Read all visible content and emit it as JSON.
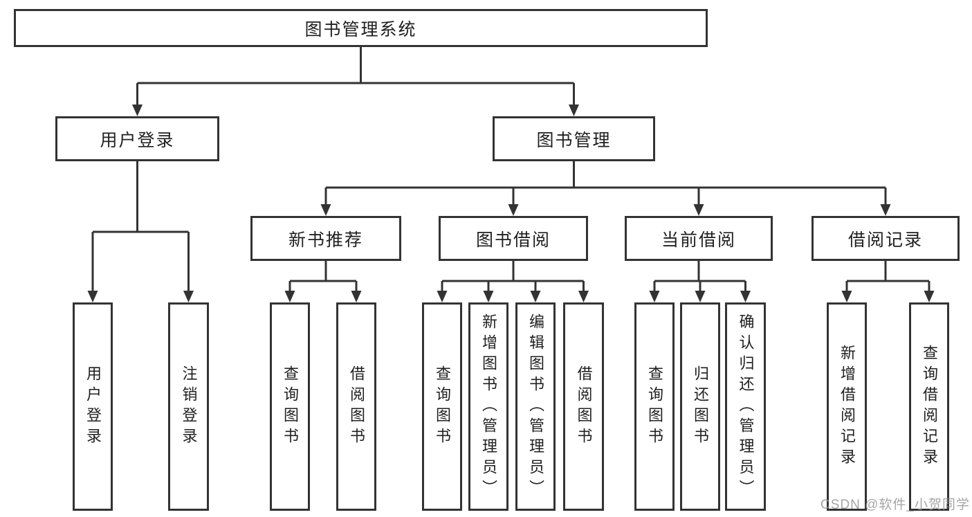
{
  "tree": {
    "root": {
      "label": "图书管理系统"
    },
    "branches": [
      {
        "label": "用户登录",
        "children": [
          {
            "label": "用户登录"
          },
          {
            "label": "注销登录"
          }
        ]
      },
      {
        "label": "图书管理",
        "children": [
          {
            "label": "新书推荐",
            "children": [
              {
                "label": "查询图书"
              },
              {
                "label": "借阅图书"
              }
            ]
          },
          {
            "label": "图书借阅",
            "children": [
              {
                "label": "查询图书"
              },
              {
                "label": "新增图书（管理员）"
              },
              {
                "label": "编辑图书（管理员）"
              },
              {
                "label": "借阅图书"
              }
            ]
          },
          {
            "label": "当前借阅",
            "children": [
              {
                "label": "查询图书"
              },
              {
                "label": "归还图书"
              },
              {
                "label": "确认归还（管理员）"
              }
            ]
          },
          {
            "label": "借阅记录",
            "children": [
              {
                "label": "新增借阅记录"
              },
              {
                "label": "查询借阅记录"
              }
            ]
          }
        ]
      }
    ]
  },
  "watermark": {
    "text": "CSDN @软件_小贺同学"
  },
  "colors": {
    "line": "#333333",
    "box_border": "#333333",
    "box_fill": "#ffffff",
    "text": "#1f1f1f",
    "watermark": "#919191"
  }
}
